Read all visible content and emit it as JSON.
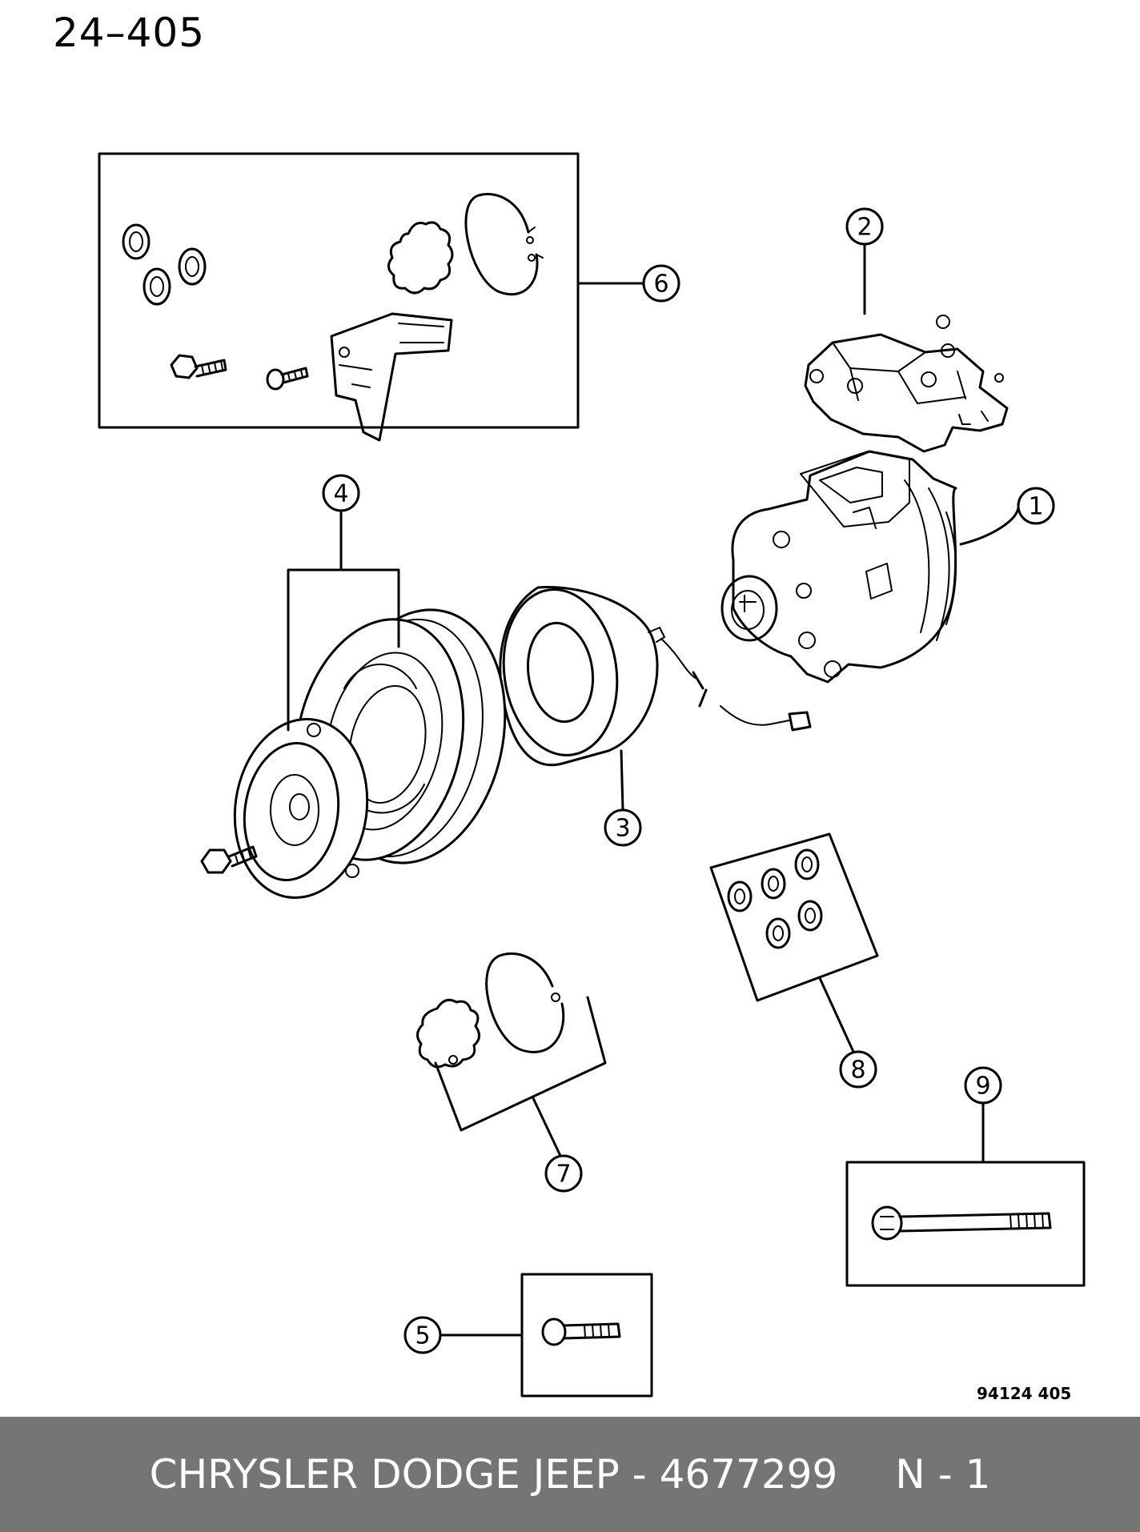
{
  "page_code": "24–405",
  "figure_ref": "94124  405",
  "callouts": [
    "1",
    "2",
    "3",
    "4",
    "5",
    "6",
    "7",
    "8",
    "9"
  ],
  "footer": {
    "part_label": "CHRYSLER DODGE JEEP - 4677299",
    "position_label": "N - 1"
  }
}
